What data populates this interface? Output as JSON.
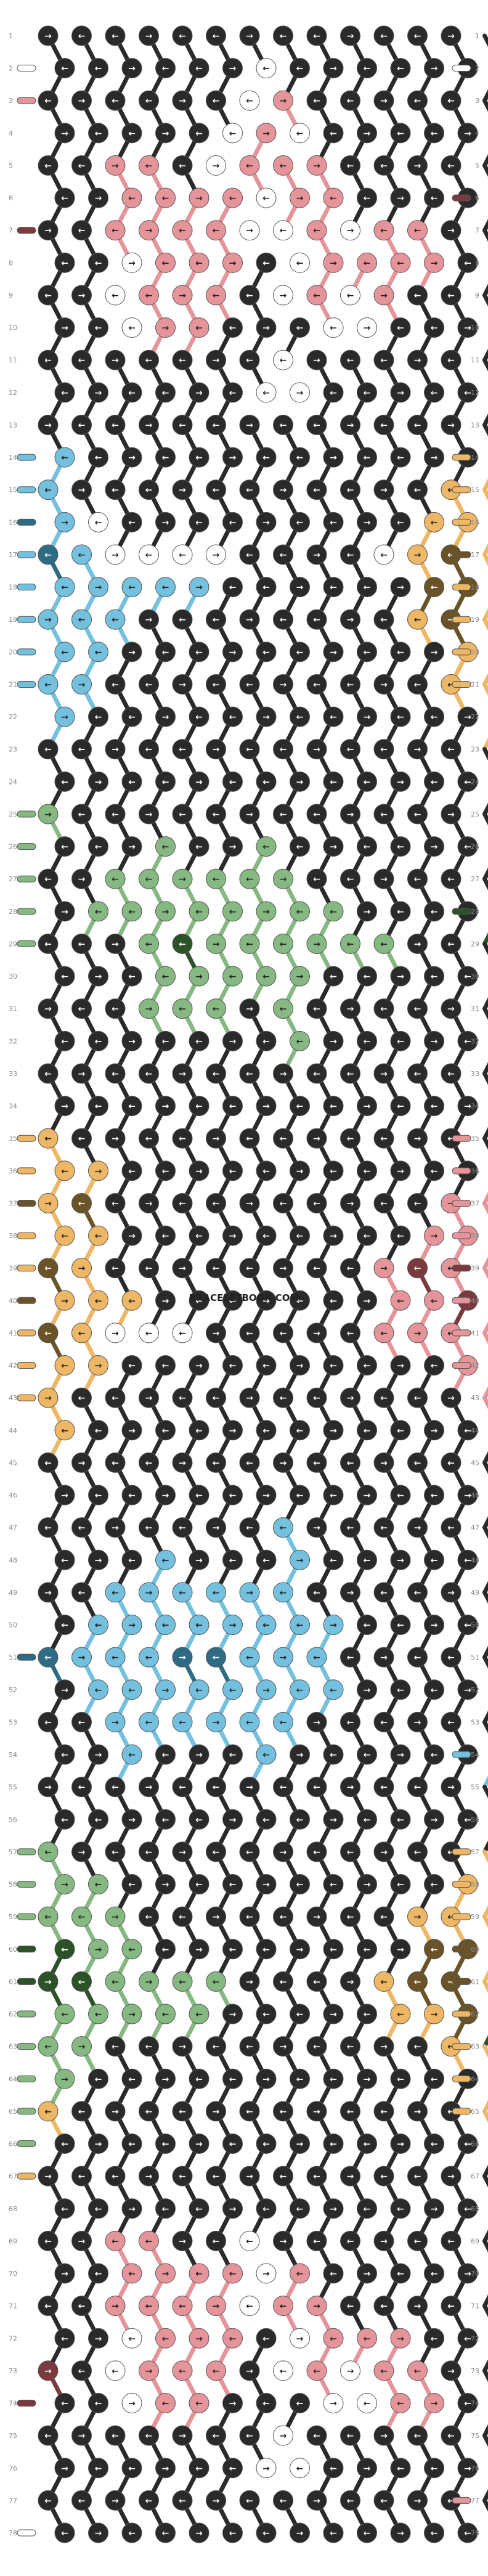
{
  "watermark": "BRACELETBOOK.COM",
  "pattern": {
    "rows": 78,
    "strings": 14,
    "colors": {
      "K": "#2a2a2a",
      "W": "#ffffff",
      "P": "#e5949a",
      "D": "#7a3a3e",
      "B": "#74c1df",
      "T": "#2e6c85",
      "Y": "#eeb766",
      "O": "#6b5328",
      "G": "#86b882",
      "F": "#2c5228"
    },
    "left_string_colors": [
      "K",
      "W",
      "P",
      "K",
      "K",
      "K",
      "D",
      "K",
      "K",
      "K",
      "K",
      "K",
      "K",
      "B",
      "B",
      "T",
      "B",
      "B",
      "B",
      "B",
      "B",
      "K",
      "K",
      "K",
      "G",
      "G",
      "G",
      "G",
      "G",
      "K",
      "K",
      "K",
      "K",
      "K",
      "Y",
      "Y",
      "O",
      "Y",
      "Y",
      "O",
      "Y",
      "Y",
      "Y",
      "K",
      "K",
      "K",
      "K",
      "K",
      "K",
      "K",
      "T",
      "K",
      "K",
      "K",
      "K",
      "K",
      "G",
      "G",
      "G",
      "F",
      "F",
      "G",
      "G",
      "G",
      "G",
      "G",
      "Y",
      "K",
      "K",
      "K",
      "K",
      "K",
      "K",
      "D",
      "K",
      "K",
      "K",
      "W"
    ],
    "right_string_colors": [
      "K",
      "W",
      "K",
      "K",
      "K",
      "D",
      "K",
      "K",
      "K",
      "K",
      "K",
      "K",
      "K",
      "Y",
      "Y",
      "Y",
      "O",
      "Y",
      "Y",
      "Y",
      "Y",
      "K",
      "K",
      "K",
      "K",
      "K",
      "K",
      "F",
      "K",
      "K",
      "K",
      "K",
      "K",
      "K",
      "P",
      "P",
      "P",
      "P",
      "D",
      "P",
      "P",
      "P",
      "K",
      "K",
      "K",
      "K",
      "K",
      "K",
      "K",
      "K",
      "K",
      "K",
      "K",
      "B",
      "K",
      "K",
      "Y",
      "Y",
      "Y",
      "O",
      "O",
      "Y",
      "Y",
      "Y",
      "Y",
      "K",
      "K",
      "K",
      "K",
      "K",
      "K",
      "K",
      "K",
      "K",
      "K",
      "K",
      "P",
      "K"
    ],
    "rows_data": [
      "KKKKKKKKKKKKKK",
      "KKKKKKWKKKKKKK",
      "KKKKKKWPKKKKKK",
      "KKKKKWPWKKKKKK",
      "KKPPKWPPPKKKKK",
      "KKPPPPWPPKKKKK",
      "KKPPPPWWPWPPKK",
      "KKWPPPKWPPPPKK",
      "KKWPPPKWPWPKKK",
      "KKWPPKKKWWKKKK",
      "KKKKKKKWKKKKKK",
      "KKKKKKWWKKKKKK",
      "KKKKKKKKKKKKKK",
      "BKKKKKKKKKKKKY",
      "BKKKKKKKKKKKYY",
      "BWKKKKKKKKKYYY",
      "TBWWWWKKKKWYOY",
      "BBBBBKKKKKKOOY",
      "BBBKKKKKKKKYOY",
      "BBKKKKKKKKKKYY",
      "BBKKKKKKKKKKYY",
      "BKKKKKKKKKKKKY",
      "KKKKKKKKKKKKKK",
      "KKKKKKKKKKKKKK",
      "GKKKKKKKKKKKKK",
      "KKKGKKGKKKKKKK",
      "KKGGGGGGKKKKKK",
      "KGGGGGGGGKKKKF",
      "KKKGFGGGGGGKKK",
      "KKKGGGGGKKKKKK",
      "KKKGGGKGKKKKKK",
      "KKKKKKKGKKKKKK",
      "KKKKKKKKKKKKKK",
      "KKKKKKKKKKKKKK",
      "YKKKKKKKKKKKKK",
      "YYKKKKKKKKKKKP",
      "YOKKKKKKKKKKPP",
      "YYKKKKKKKKKPPP",
      "OYKKKKKKKKPDPP",
      "YYYKKKKKKKPPDP",
      "OYWWWKKKKKPPPP",
      "YYKKKKKKKKKKPP",
      "YKKKKKKKKKKKKP",
      "YKKKKKKKKKKKKK",
      "KKKKKKKKKKKKKK",
      "KKKKKKKKKKKKKK",
      "KKKKKKKBKKKKKK",
      "KKKBKKKBKKKKKK",
      "KKBBBBBBKKKKKK",
      "KBBBBBBBBKKKKK",
      "TBBBTTBBBKKKKK",
      "KBBBBBBBBKKKKK",
      "KKBBBBBBKKKKKK",
      "KKBKKKBKKKKKKB",
      "KKKKKKKKKKKKKK",
      "KKKKKKKKKKKKKK",
      "GKKKKKKKKKKKKY",
      "GGKKKKKKKKKKYY",
      "GGGKKKKKKKKYYY",
      "FGGKKKKKKKKOOY",
      "FFGGGGKKKKYOOY",
      "GGGGGKKKKKYYOF",
      "GGKKKKKKKKKKYY",
      "GKKKKKKKKKKKKY",
      "YKKKKKKKKKKKKY",
      "KKKKKKKKKKKKKK",
      "KKKKKKKKKKKKKK",
      "KKKKKKKKKKKKKK",
      "KKPPKKWKKKKKKK",
      "KKPPPPWPKKKKKK",
      "KKPPPPWPPKKKKK",
      "KKWPPPKWPPPKKK",
      "DKWPPPKWPWPPKK",
      "KKWPPKKKWWPPKK",
      "KKKKKKKWKKKKKK",
      "KKKKKKWWKKKKKK",
      "KKKKKKKKKKKKKK",
      "KKKKKKKKKKKKKK"
    ]
  }
}
